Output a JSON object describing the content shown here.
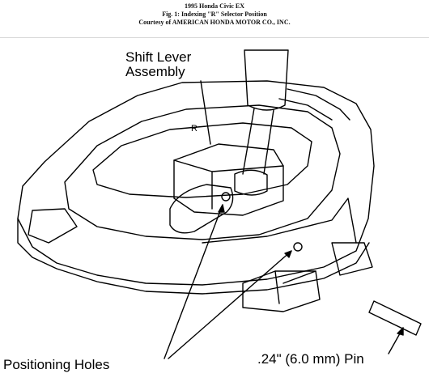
{
  "header": {
    "line1": "1995 Honda Civic EX",
    "line2": "Fig. 1: Indexing \"R\" Selector Position",
    "line3": "Courtesy of AMERICAN HONDA MOTOR CO., INC."
  },
  "labels": {
    "shift_lever_line1": "Shift Lever",
    "shift_lever_line2": "Assembly",
    "positioning_holes": "Positioning Holes",
    "pin": ".24\" (6.0 mm) Pin"
  },
  "detent_mark": "R"
}
